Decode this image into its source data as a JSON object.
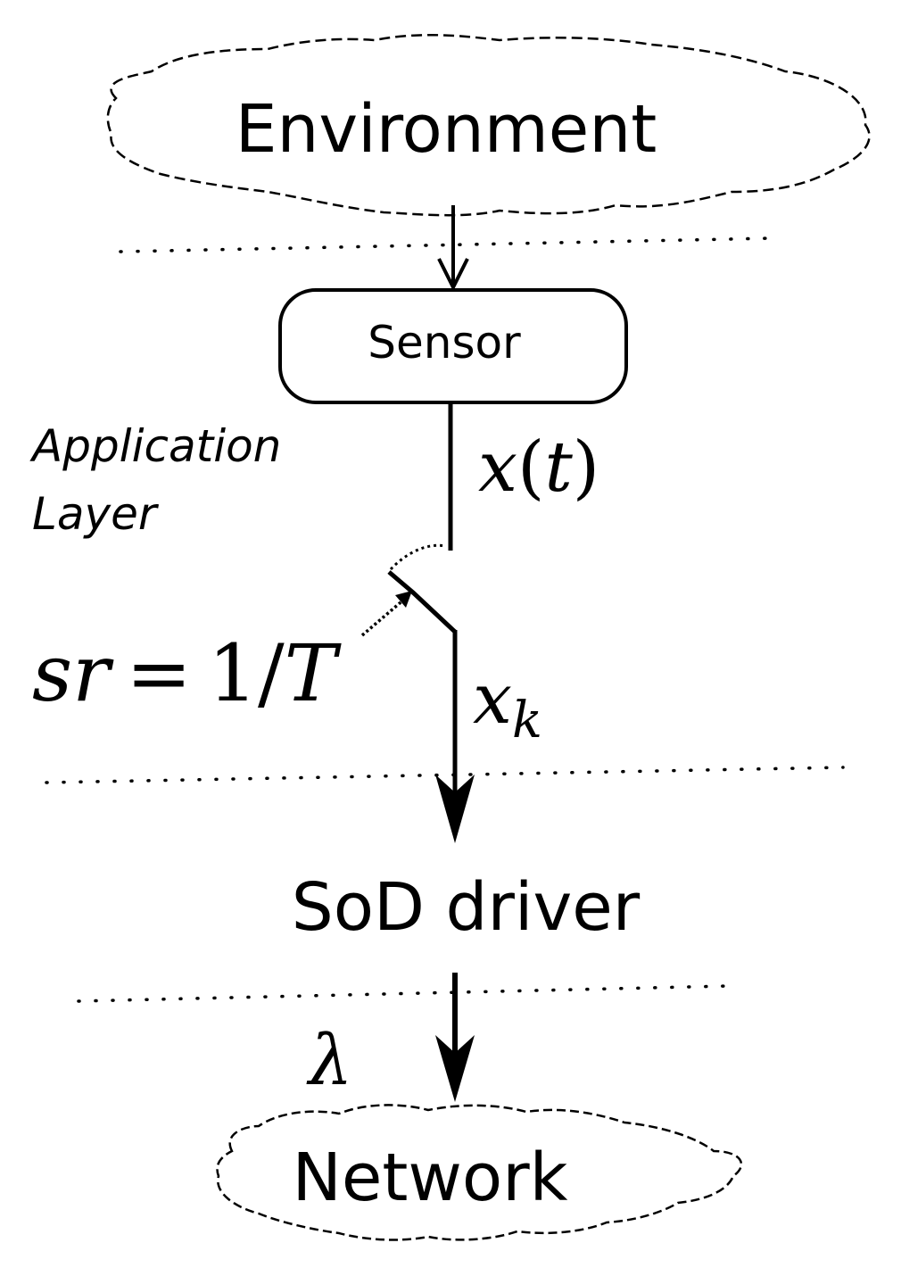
{
  "environment": {
    "label": "Environment"
  },
  "sensor": {
    "label": "Sensor"
  },
  "application_layer": {
    "line1": "Application",
    "line2": "Layer"
  },
  "signal": {
    "x": "x",
    "open_paren": "(",
    "t": "t",
    "close_paren": ")"
  },
  "sample": {
    "x": "x",
    "k": "k"
  },
  "sampling_rate": {
    "s": "s",
    "r": "r",
    "equals": "=",
    "one": "1",
    "slash": "/",
    "T": "T"
  },
  "driver": {
    "label": "SoD driver"
  },
  "rate": {
    "lambda": "λ"
  },
  "network": {
    "label": "Network"
  },
  "colors": {
    "ink": "#000000",
    "background": "#ffffff"
  }
}
